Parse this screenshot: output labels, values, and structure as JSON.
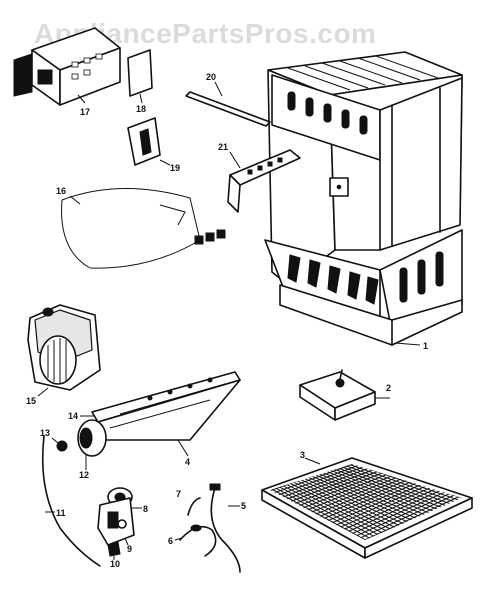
{
  "watermark": "AppliancePartsPros.com",
  "callouts": {
    "p1": "1",
    "p2": "2",
    "p3": "3",
    "p4": "4",
    "p5": "5",
    "p6": "6",
    "p7": "7",
    "p8": "8",
    "p9": "9",
    "p10": "10",
    "p11": "11",
    "p12": "12",
    "p13": "13",
    "p14": "14",
    "p15": "15",
    "p16": "16",
    "p17": "17",
    "p18": "18",
    "p19": "19",
    "p20": "20",
    "p21": "21"
  }
}
